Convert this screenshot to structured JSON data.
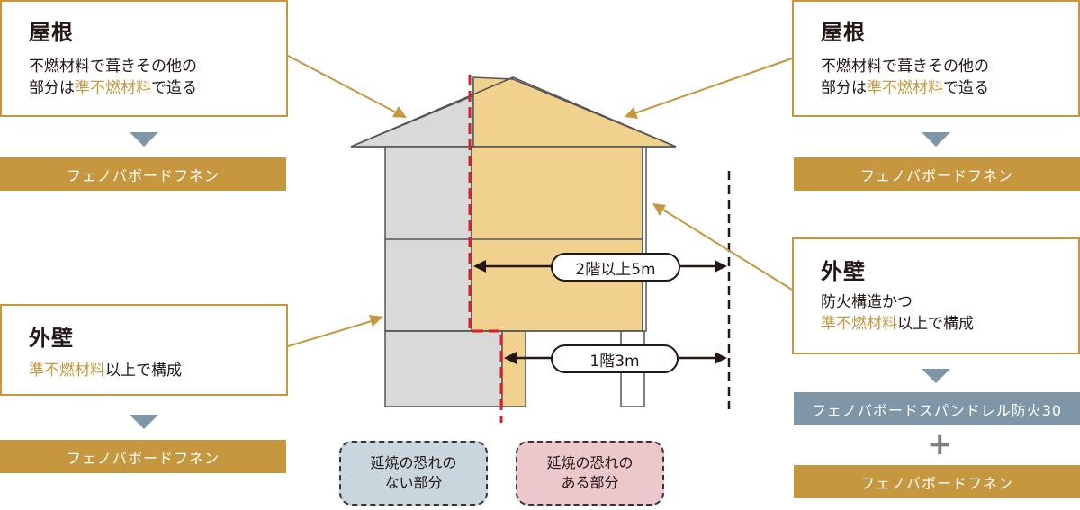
{
  "left_roof": {
    "title": "屋根",
    "line1": "不燃材料で葺きその他の",
    "line2_pre": "部分は",
    "line2_hl": "準不燃材料",
    "line2_post": "で造る",
    "product": "フェノバボードフネン"
  },
  "left_wall": {
    "title": "外壁",
    "line1_hl": "準不燃材料",
    "line1_post": "以上で構成",
    "product": "フェノバボードフネン"
  },
  "right_roof": {
    "title": "屋根",
    "line1": "不燃材料で葺きその他の",
    "line2_pre": "部分は",
    "line2_hl": "準不燃材料",
    "line2_post": "で造る",
    "product": "フェノバボードフネン"
  },
  "right_wall": {
    "title": "外壁",
    "line1": "防火構造かつ",
    "line2_hl": "準不燃材料",
    "line2_post": "以上で構成",
    "product_1": "フェノバボードスパンドレル防火30",
    "plus": "+",
    "product_2": "フェノバボードフネン"
  },
  "diagram": {
    "dim_2f": "2階以上5m",
    "dim_1f": "1階3m",
    "zone_safe_line1": "延焼の恐れの",
    "zone_safe_line2": "ない部分",
    "zone_risk_line1": "延焼の恐れの",
    "zone_risk_line2": "ある部分"
  },
  "colors": {
    "gold": "#c6973e",
    "blue_gray": "#7e96a5",
    "house_gray": "#d9d9d9",
    "house_yellow": "#f0d18e",
    "red_dash": "#d7202a",
    "pill_gray": "#c9d6de",
    "pill_pink": "#ecc8cc"
  }
}
